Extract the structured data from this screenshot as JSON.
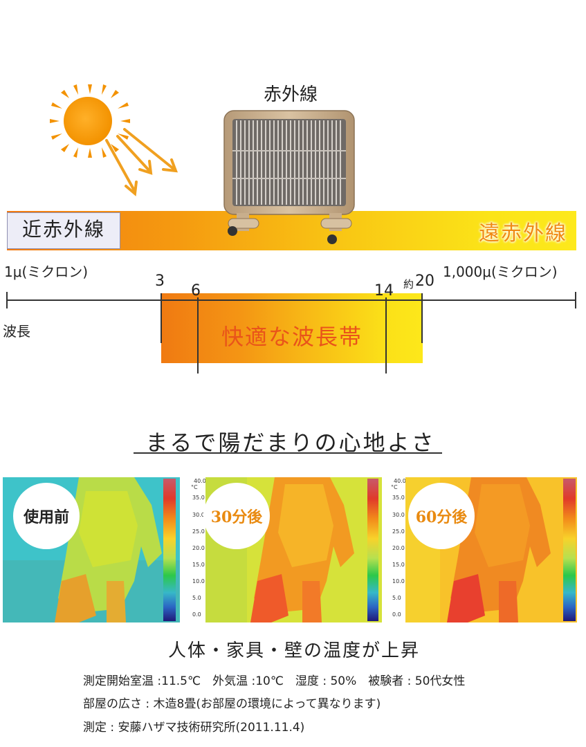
{
  "diagram": {
    "heater_label": "赤外線",
    "near_ir_label": "近赤外線",
    "far_ir_label": "遠赤外線",
    "min_label": "1μ(ミクロン)",
    "max_label": "1,000μ(ミクロン)",
    "ticks": {
      "t3": "3",
      "t6": "6",
      "t14": "14",
      "t20_prefix": "約",
      "t20": "20"
    },
    "band_label": "快適な波長帯",
    "axis_label": "波長"
  },
  "thermography": {
    "title": "まるで陽だまりの心地よさ",
    "panels": [
      {
        "badge": "使用前"
      },
      {
        "badge": "30分後"
      },
      {
        "badge": "60分後"
      }
    ],
    "scale_unit": "°C",
    "scale_values": [
      "40.0",
      "35.0",
      "30.0",
      "25.0",
      "20.0",
      "15.0",
      "10.0",
      "5.0",
      "0.0"
    ],
    "caption": "人体・家具・壁の温度が上昇"
  },
  "notes": {
    "line1": "測定開始室温 :11.5℃　外気温 :10℃　湿度 : 50%　被験者 : 50代女性",
    "line2": "部屋の広さ : 木造8畳(お部屋の環境によって異なります)",
    "line3": "測定 : 安藤ハザマ技術研究所(2011.11.4)"
  },
  "colors": {
    "accent_orange": "#f08a12",
    "band_text": "#e9541a",
    "near_ir_bg": "#ededf7"
  }
}
